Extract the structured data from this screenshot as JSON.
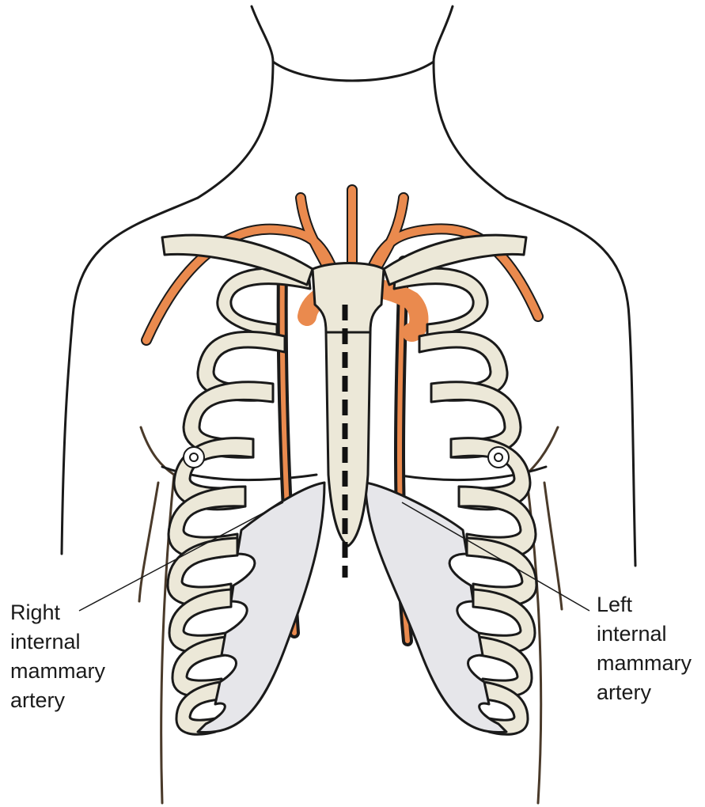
{
  "labels": {
    "right": [
      "Right",
      "internal",
      "mammary",
      "artery"
    ],
    "left": [
      "Left",
      "internal",
      "mammary",
      "artery"
    ]
  },
  "colors": {
    "outline": "#1a1a1a",
    "bone": "#ece8d8",
    "bone_light": "#e6e6ea",
    "artery": "#ea8a4e",
    "incision": "#111111"
  }
}
